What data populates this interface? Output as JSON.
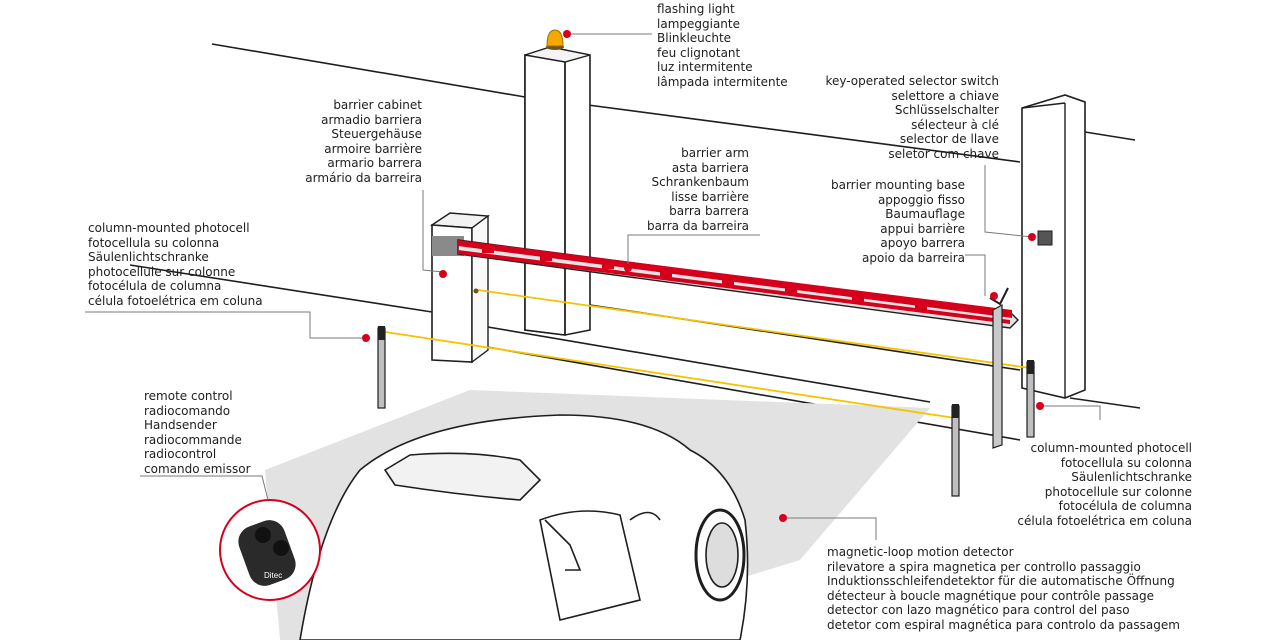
{
  "colors": {
    "marker": "#d6001c",
    "line": "#1e1e1e",
    "leader": "#7a7a7a",
    "beam": "#f5c400",
    "arm_stripe": "#d6001c",
    "concrete": "#e2e2e2"
  },
  "icons": [
    "flashing-light-icon",
    "remote-control-icon",
    "key-selector-icon",
    "photocell-icon"
  ],
  "labels": {
    "flashing_light": [
      "flashing light",
      "lampeggiante",
      "Blinkleuchte",
      "feu clignotant",
      "luz intermitente",
      "lâmpada intermitente"
    ],
    "key_selector": [
      "key-operated selector switch",
      "selettore a chiave",
      "Schlüsselschalter",
      "sélecteur à clé",
      "selector de llave",
      "seletor com chave"
    ],
    "barrier_cabinet": [
      "barrier cabinet",
      "armadio barriera",
      "Steuergehäuse",
      "armoire barrière",
      "armario barrera",
      "armário da barreira"
    ],
    "barrier_arm": [
      "barrier arm",
      "asta barriera",
      "Schrankenbaum",
      "lisse barrière",
      "barra barrera",
      "barra da barreira"
    ],
    "mounting_base": [
      "barrier mounting base",
      "appoggio fisso",
      "Baumauflage",
      "appui barrière",
      "apoyo barrera",
      "apoio da barreira"
    ],
    "photocell_left": [
      "column-mounted photocell",
      "fotocellula su colonna",
      "Säulenlichtschranke",
      "photocellule sur colonne",
      "fotocélula de columna",
      "célula fotoelétrica em coluna"
    ],
    "remote_control": [
      "remote control",
      "radiocomando",
      "Handsender",
      "radiocommande",
      "radiocontrol",
      "comando emissor"
    ],
    "photocell_right": [
      "column-mounted photocell",
      "fotocellula su colonna",
      "Säulenlichtschranke",
      "photocellule sur colonne",
      "fotocélula de columna",
      "célula fotoelétrica em coluna"
    ],
    "magnetic_loop": [
      "magnetic-loop motion detector",
      "rilevatore a spira magnetica per controllo passaggio",
      "Induktionsschleifendetektor für die automatische Öffnung",
      "détecteur à boucle magnétique pour contrôle passage",
      "detector con lazo magnético para control del paso",
      "detetor com espiral magnética para controlo da passagem"
    ]
  },
  "logo_text": "Ditec"
}
